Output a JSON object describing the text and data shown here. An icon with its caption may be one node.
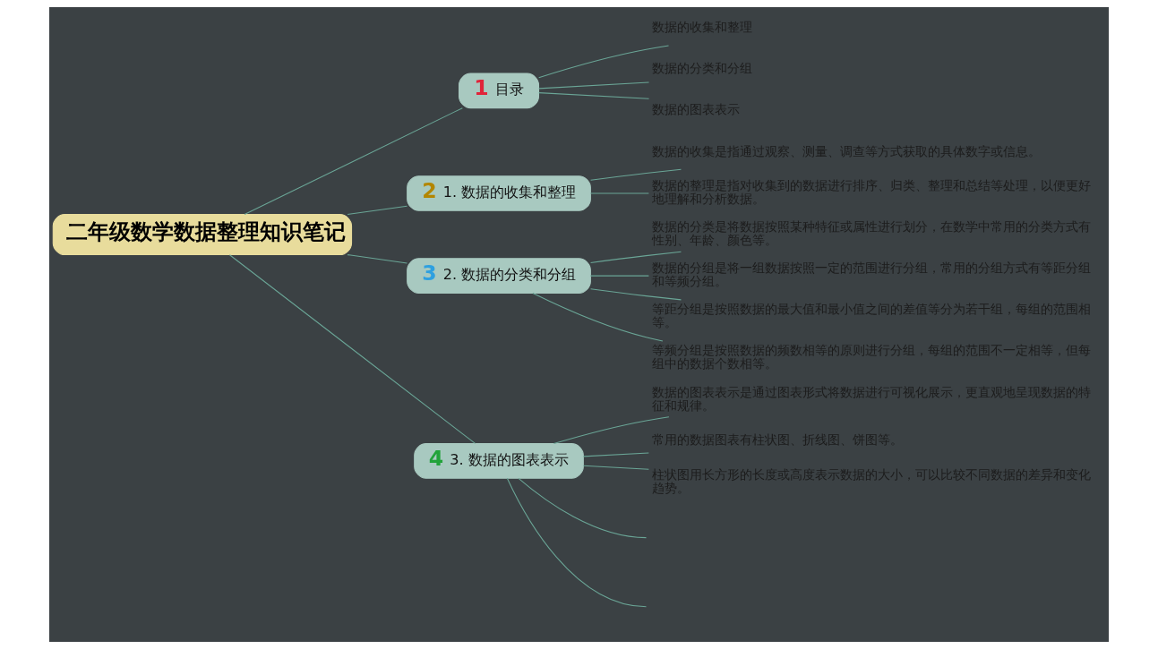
{
  "diagram": {
    "nodes": [
      {
        "text": [
          "二年级数学数据整理知识笔记"
        ]
      },
      {
        "text": [
          "1",
          "目录"
        ]
      },
      {
        "text": [
          "数据的收集和整理"
        ]
      },
      {
        "text": [
          "数据的分类和分组"
        ]
      },
      {
        "text": [
          "数据的图表表示"
        ]
      },
      {
        "text": [
          "2",
          "1. 数据的收集和整理"
        ]
      },
      {
        "text": [
          "数据的收集是指通过观察、测量、调查等方式获取的具体数字或信息。"
        ]
      },
      {
        "text": [
          "数据的整理是指对收集到的数据进行排序、归类、整理和总结等处理，以便更好地理解和分析数据。"
        ]
      },
      {
        "text": [
          "3",
          "2. 数据的分类和分组"
        ]
      },
      {
        "text": [
          "数据的分类是将数据按照某种特征或属性进行划分，在数学中常用的分类方式有性别、年龄、颜色等。"
        ]
      },
      {
        "text": [
          "数据的分组是将一组数据按照一定的范围进行分组，常用的分组方式有等距分组和等频分组。"
        ]
      },
      {
        "text": [
          "等距分组是按照数据的最大值和最小值之间的差值等分为若干组，每组的范围相等。"
        ]
      },
      {
        "text": [
          "等频分组是按照数据的频数相等的原则进行分组，每组的范围不一定相等，但每组中的数据个数相等。"
        ]
      },
      {
        "text": [
          "4",
          "3. 数据的图表表示"
        ]
      },
      {
        "text": [
          "数据的图表表示是通过图表形式将数据进行可视化展示，更直观地呈现数据的特征和规律。"
        ]
      },
      {
        "text": [
          "常用的数据图表有柱状图、折线图、饼图等。"
        ]
      },
      {
        "text": [
          "柱状图用长方形的长度或高度表示数据的大小，可以比较不同数据的差异和变化趋势。"
        ]
      }
    ],
    "edges": [
      {
        "from": 0,
        "to": 1,
        "arrow": "none"
      },
      {
        "from": 1,
        "to": 2,
        "arrow": "none"
      },
      {
        "from": 1,
        "to": 3,
        "arrow": "none"
      },
      {
        "from": 1,
        "to": 4,
        "arrow": "none"
      },
      {
        "from": 0,
        "to": 5,
        "arrow": "none"
      },
      {
        "from": 5,
        "to": 6,
        "arrow": "none"
      },
      {
        "from": 5,
        "to": 7,
        "arrow": "none"
      },
      {
        "from": 0,
        "to": 8,
        "arrow": "none"
      },
      {
        "from": 8,
        "to": 9,
        "arrow": "none"
      },
      {
        "from": 8,
        "to": 10,
        "arrow": "none"
      },
      {
        "from": 8,
        "to": 11,
        "arrow": "none"
      },
      {
        "from": 8,
        "to": 12,
        "arrow": "none"
      },
      {
        "from": 0,
        "to": 13,
        "arrow": "none"
      },
      {
        "from": 13,
        "to": 14,
        "arrow": "none"
      },
      {
        "from": 13,
        "to": 15,
        "arrow": "none"
      },
      {
        "from": 13,
        "to": 16,
        "arrow": "none"
      },
      {
        "from": 13,
        "to": null,
        "arrow": "none"
      },
      {
        "from": 13,
        "to": null,
        "arrow": "none"
      }
    ]
  }
}
